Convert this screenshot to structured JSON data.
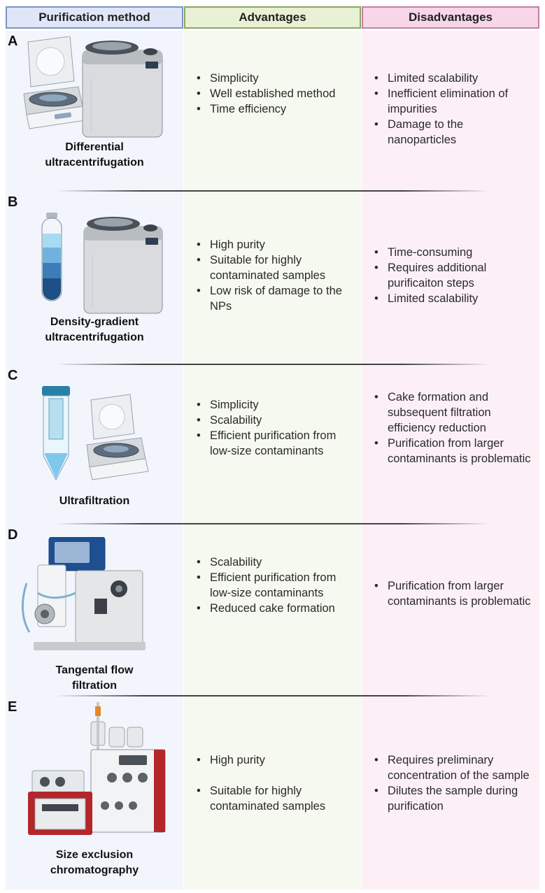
{
  "headers": {
    "method": "Purification method",
    "advantages": "Advantages",
    "disadvantages": "Disadvantages"
  },
  "sections": [
    {
      "letter": "A",
      "method_lines": [
        "Differential",
        "ultracentrifugation"
      ],
      "advantages": [
        "Simplicity",
        "Well established method",
        "Time efficiency"
      ],
      "disadvantages": [
        "Limited scalability",
        "Inefficient elimination of impurities",
        "Damage to the nanoparticles"
      ]
    },
    {
      "letter": "B",
      "method_lines": [
        "Density-gradient",
        "ultracentrifugation"
      ],
      "advantages": [
        "High purity",
        "Suitable for highly contaminated samples",
        "Low risk of damage to the NPs"
      ],
      "disadvantages": [
        "Time-consuming",
        "Requires additional purificaiton steps",
        "Limited scalability"
      ]
    },
    {
      "letter": "C",
      "method_lines": [
        "Ultrafiltration"
      ],
      "advantages": [
        "Simplicity",
        "Scalability",
        "Efficient purification from low-size contaminants"
      ],
      "disadvantages": [
        "Cake formation and subsequent filtration efficiency reduction",
        "Purification from larger contaminants is problematic"
      ]
    },
    {
      "letter": "D",
      "method_lines": [
        "Tangental flow",
        "filtration"
      ],
      "advantages": [
        "Scalability",
        "Efficient purification from low-size contaminants",
        "Reduced cake formation"
      ],
      "disadvantages": [
        "Purification from larger contaminants is problematic"
      ]
    },
    {
      "letter": "E",
      "method_lines": [
        "Size exclusion",
        "chromatography"
      ],
      "advantages": [
        "High purity",
        "Suitable for highly contaminated samples"
      ],
      "disadvantages": [
        "Requires preliminary concentration of the sample",
        "Dilutes the sample during purification"
      ]
    }
  ],
  "colors": {
    "method_header": "#dfe6f8",
    "advantages_header": "#e8f1d3",
    "disadvantages_header": "#f6d6e8",
    "frame_red": "#c0392b",
    "screen_blue": "#2e5fa8"
  }
}
